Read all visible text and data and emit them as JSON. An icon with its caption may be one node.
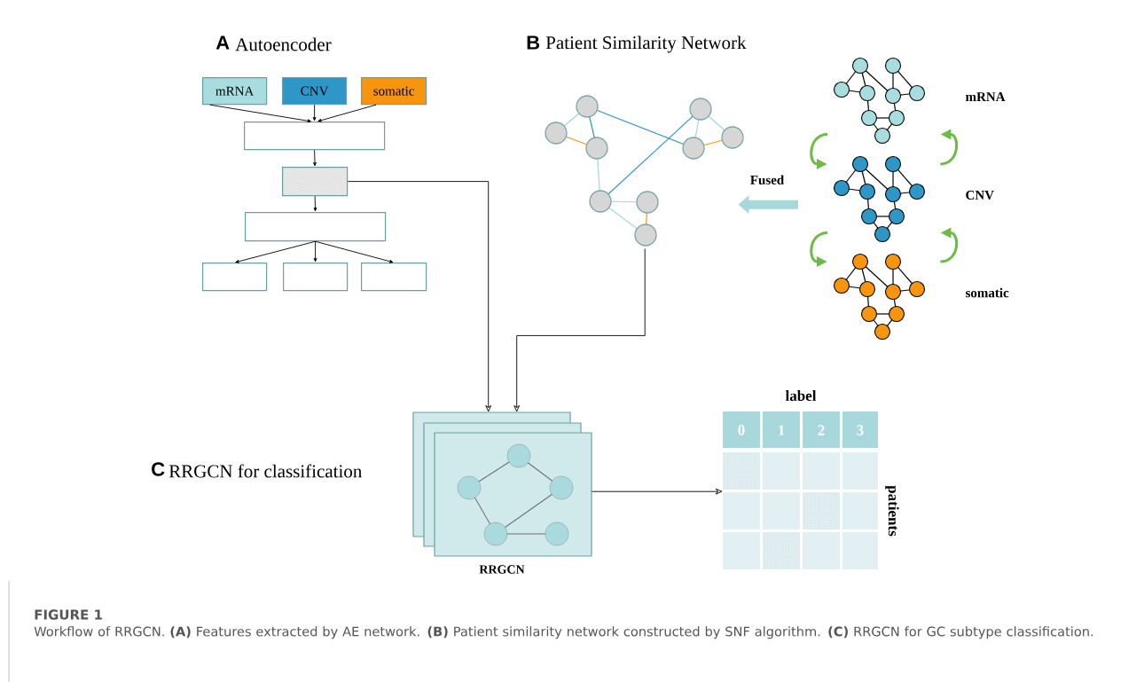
{
  "diagram": {
    "caption": "Workflow of RRGCN. **(A)** Features extracted by AE network. **(B)** Patient similarity network constructed by SNF algorithm. **(C)** RRGCN for GC subtype classification.",
    "nodes": [
      {
        "text": [
          "mRNA"
        ]
      },
      {
        "text": [
          "CNV"
        ]
      },
      {
        "text": [
          "somatic"
        ]
      },
      {
        "text": [],
        "shape": "box"
      },
      {
        "text": [],
        "shape": "box"
      },
      {
        "text": [],
        "shape": "box"
      },
      {
        "text": [],
        "shape": "box"
      },
      {
        "text": [],
        "shape": "box"
      },
      {
        "text": [],
        "shape": "box"
      },
      {
        "text": [],
        "shape": "picture"
      },
      {
        "text": [],
        "shape": "picture",
        "beside": [
          "mRNA"
        ]
      },
      {
        "text": [],
        "shape": "picture",
        "beside": [
          "CNV"
        ]
      },
      {
        "text": [],
        "shape": "picture",
        "beside": [
          "somatic"
        ]
      },
      {
        "text": [
          "RRGCN"
        ]
      },
      {
        "text": [
          "label",
          "0",
          "1",
          "2",
          "3",
          "patients"
        ]
      }
    ],
    "edges": [
      {
        "from": 0,
        "to": 3,
        "arrow": "to"
      },
      {
        "from": 1,
        "to": 3,
        "arrow": "to"
      },
      {
        "from": 2,
        "to": 3,
        "arrow": "to"
      },
      {
        "from": 3,
        "to": 4,
        "arrow": "to"
      },
      {
        "from": 4,
        "to": 5,
        "arrow": "to"
      },
      {
        "from": 5,
        "to": 6,
        "arrow": "to"
      },
      {
        "from": 5,
        "to": 7,
        "arrow": "to"
      },
      {
        "from": 5,
        "to": 8,
        "arrow": "to"
      },
      {
        "from": 4,
        "to": 13,
        "arrow": "to"
      },
      {
        "from": 9,
        "to": 13,
        "arrow": "to"
      },
      {
        "from": 13,
        "to": 14,
        "arrow": "to"
      },
      {
        "from": 11,
        "to": 9,
        "arrow": "to",
        "label": "Fused",
        "style": "thick",
        "color": "#a6d8dc"
      },
      {
        "from": 10,
        "to": 11,
        "arrow": "to",
        "style": "thick",
        "color": "#6dbb45"
      },
      {
        "from": 11,
        "to": 10,
        "arrow": "to",
        "style": "thick",
        "color": "#6dbb45"
      },
      {
        "from": 11,
        "to": 12,
        "arrow": "to",
        "style": "thick",
        "color": "#6dbb45"
      },
      {
        "from": 12,
        "to": 11,
        "arrow": "to",
        "style": "thick",
        "color": "#6dbb45"
      }
    ],
    "labels": [
      "A",
      "Autoencoder",
      "B",
      "Patient Similarity Network",
      "C",
      "RRGCN for classification",
      "FIGURE 1"
    ]
  }
}
